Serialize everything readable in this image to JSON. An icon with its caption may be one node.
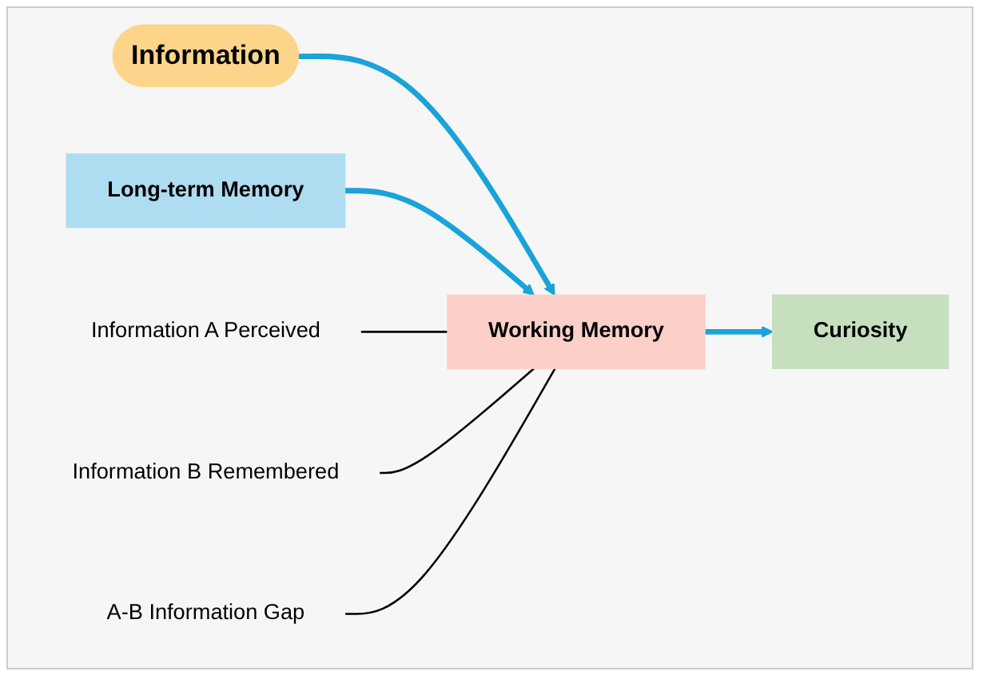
{
  "diagram": {
    "nodes": [
      {
        "text": [
          "Information"
        ]
      },
      {
        "text": [
          "Working Memory"
        ]
      },
      {
        "text": [
          "Long-term Memory"
        ]
      },
      {
        "text": [
          "Curiosity"
        ]
      },
      {
        "text": [
          "Information A Perceived"
        ]
      },
      {
        "text": [
          "Information B Remembered"
        ]
      },
      {
        "text": [
          "A-B Information Gap"
        ]
      }
    ],
    "edges": [
      {
        "from": 0,
        "to": 1,
        "arrow": "to",
        "style": "thick",
        "color": "#1aa3d9"
      },
      {
        "from": 2,
        "to": 1,
        "arrow": "to",
        "style": "thick",
        "color": "#1aa3d9"
      },
      {
        "from": 1,
        "to": 3,
        "arrow": "to",
        "style": "thick",
        "color": "#1aa3d9"
      },
      {
        "from": 4,
        "to": 1,
        "arrow": "none",
        "color": "#000000"
      },
      {
        "from": 5,
        "to": 1,
        "arrow": "none",
        "color": "#000000"
      },
      {
        "from": 6,
        "to": 1,
        "arrow": "none",
        "color": "#000000"
      }
    ]
  }
}
